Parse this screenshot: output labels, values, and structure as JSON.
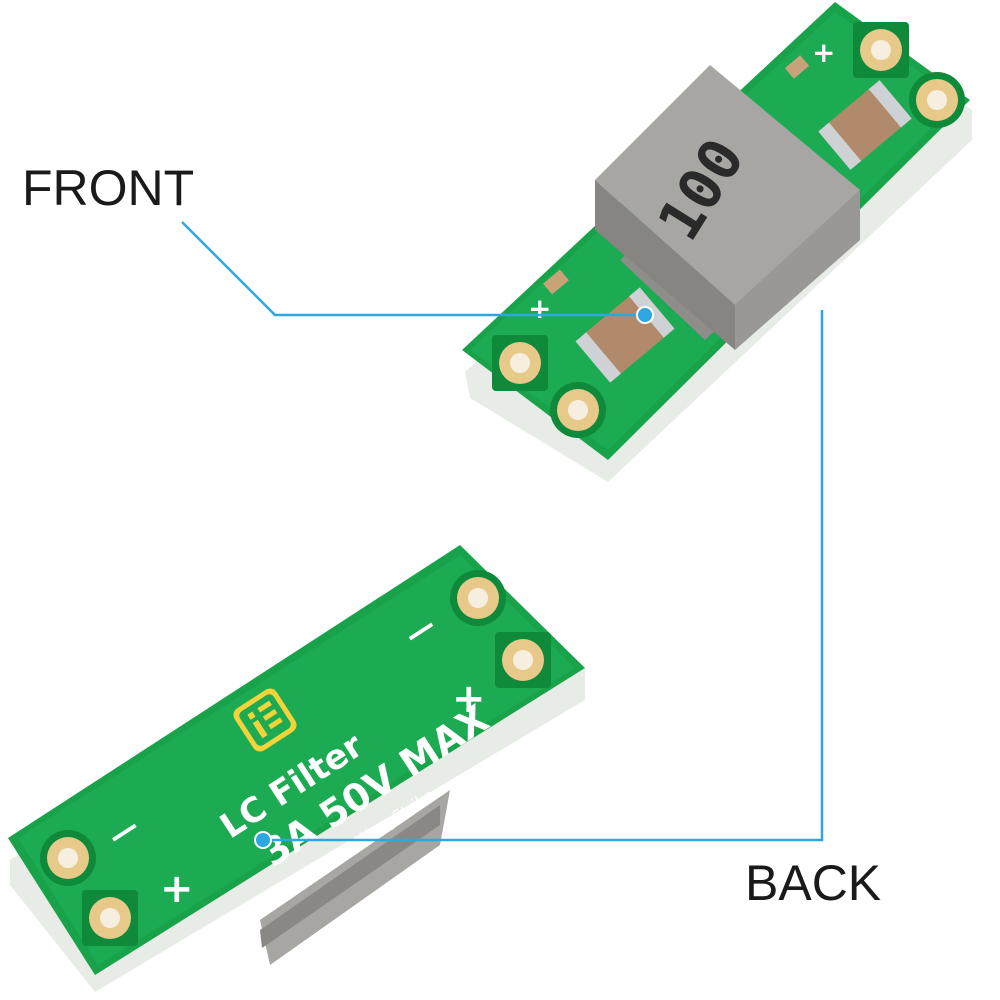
{
  "callouts": {
    "front": "FRONT",
    "back": "BACK"
  },
  "board": {
    "inductor_marking": "100",
    "title": "LC Filter",
    "rating": "3A 50V MAX",
    "credit": "By:WanyStrike",
    "plus": "+",
    "minus": "—"
  },
  "colors": {
    "pcb_green": "#16a34a",
    "pcb_edge": "#e9ede8",
    "pad_gold": "#e7c98a",
    "inductor_grey": "#a7a6a3",
    "capacitor_tan": "#b08a6a",
    "leader_blue": "#2ca7e0",
    "logo_yellow": "#f2d33a"
  }
}
